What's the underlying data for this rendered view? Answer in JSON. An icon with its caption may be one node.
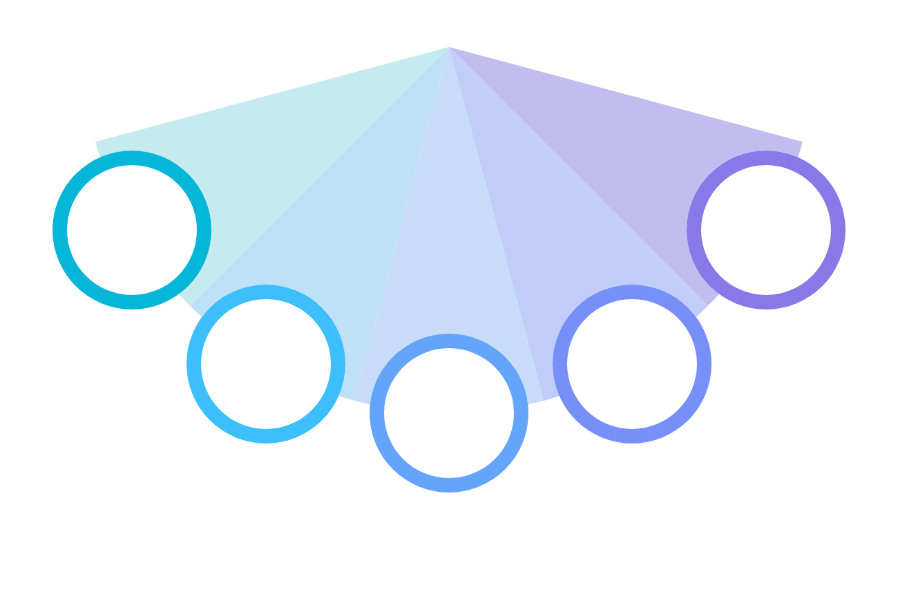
{
  "diagram": {
    "nodes": [
      {
        "text": [],
        "shape": "wedge"
      },
      {
        "text": [],
        "shape": "wedge"
      },
      {
        "text": [],
        "shape": "wedge"
      },
      {
        "text": [],
        "shape": "wedge"
      },
      {
        "text": [],
        "shape": "wedge"
      },
      {
        "text": [],
        "shape": "circle"
      },
      {
        "text": [],
        "shape": "circle"
      },
      {
        "text": [],
        "shape": "circle"
      },
      {
        "text": [],
        "shape": "circle"
      },
      {
        "text": [],
        "shape": "circle"
      }
    ]
  }
}
